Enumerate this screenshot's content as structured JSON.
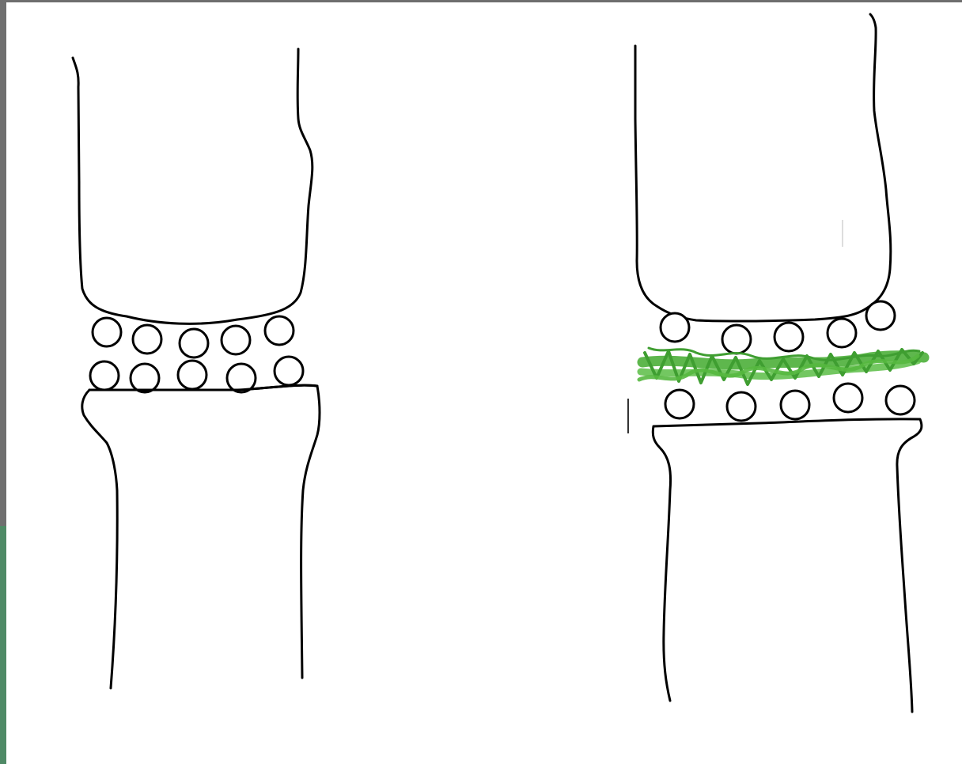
{
  "drawing": {
    "ink_color": "#000000",
    "highlight_color": "#4caf3a",
    "panels": [
      {
        "name": "left",
        "ball_rows": 2,
        "balls_per_row": 5,
        "has_highlight_layer": false
      },
      {
        "name": "right",
        "ball_rows": 2,
        "balls_per_row": 5,
        "has_highlight_layer": true
      }
    ]
  }
}
